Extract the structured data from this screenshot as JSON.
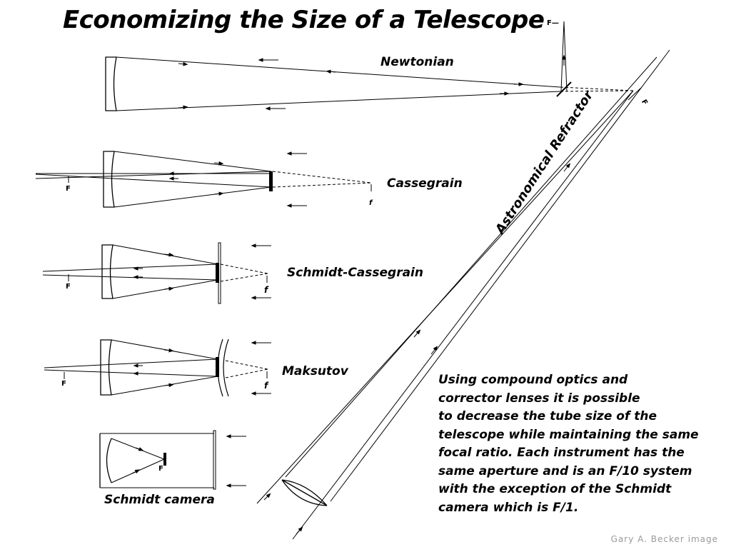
{
  "title": "Economizing the Size of a Telescope",
  "labels": {
    "newtonian": "Newtonian",
    "cassegrain": "Cassegrain",
    "schmidt_cassegrain": "Schmidt-Cassegrain",
    "maksutov": "Maksutov",
    "schmidt_camera": "Schmidt camera",
    "refractor": "Astronomical Refractor"
  },
  "focus_marks": {
    "F": "F",
    "f": "f",
    "F_dash": "F—"
  },
  "description": "Using compound optics and\ncorrector lenses it is possible\nto decrease the tube size of the\ntelescope while maintaining the same\nfocal ratio.  Each instrument has the\nsame aperture and is an F/10 system\nwith the exception of the Schmidt\ncamera which is F/1.",
  "credit": "Gary A. Becker image"
}
